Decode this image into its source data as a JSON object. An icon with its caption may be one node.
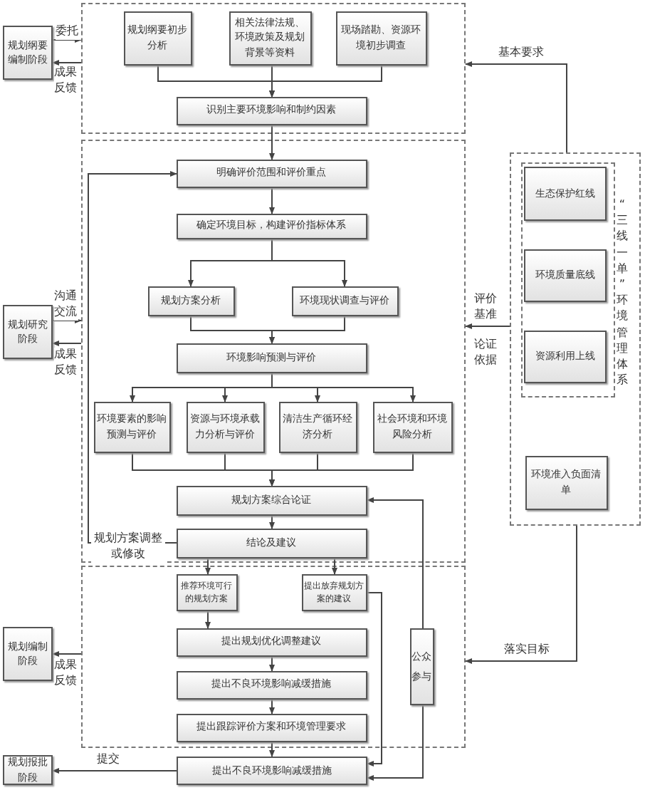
{
  "diagram": {
    "nodes": [
      {
        "text": [
          "规划纲要编制阶段"
        ]
      },
      {
        "text": [],
        "shape": "box"
      },
      {
        "text": [
          "规划纲要初步分析"
        ],
        "in": 1
      },
      {
        "text": [
          "相关法律法规、环境政策及规划背景等资料"
        ],
        "in": 1
      },
      {
        "text": [
          "现场踏勘、资源环境初步调查"
        ],
        "in": 1
      },
      {
        "text": [
          "识别主要环境影响和制约因素"
        ],
        "in": 1
      },
      {
        "text": [],
        "shape": "box"
      },
      {
        "text": [
          "明确评价范围和评价重点"
        ],
        "in": 6
      },
      {
        "text": [
          "确定环境目标，构建评价指标体系"
        ],
        "in": 6
      },
      {
        "text": [
          "规划方案分析"
        ],
        "in": 6
      },
      {
        "text": [
          "环境现状调查与评价"
        ],
        "in": 6
      },
      {
        "text": [
          "环境影响预测与评价"
        ],
        "in": 6
      },
      {
        "text": [
          "环境要素的影响预测与评价"
        ],
        "in": 6
      },
      {
        "text": [
          "资源与环境承载力分析与评价"
        ],
        "in": 6
      },
      {
        "text": [
          "清洁生产循环经济分析"
        ],
        "in": 6
      },
      {
        "text": [
          "社会环境和环境风险分析"
        ],
        "in": 6
      },
      {
        "text": [
          "规划方案综合论证"
        ],
        "in": 6
      },
      {
        "text": [
          "结论及建议"
        ],
        "in": 6
      },
      {
        "text": [
          "规划研究阶段"
        ]
      },
      {
        "text": [],
        "shape": "box"
      },
      {
        "text": [
          "推荐环境可行的规划方案"
        ],
        "in": 19
      },
      {
        "text": [
          "提出放弃规划方案的建议"
        ],
        "in": 19
      },
      {
        "text": [
          "提出规划优化调整建议"
        ],
        "in": 19
      },
      {
        "text": [
          "提出不良环境影响减缓措施"
        ],
        "in": 19
      },
      {
        "text": [
          "提出跟踪评价方案和环境管理要求"
        ],
        "in": 19
      },
      {
        "text": [
          "公众参与"
        ],
        "in": 19
      },
      {
        "text": [
          "提出不良环境影响减缓措施"
        ]
      },
      {
        "text": [
          "规划编制阶段"
        ]
      },
      {
        "text": [
          "规划报批阶段"
        ]
      },
      {
        "text": [
          "“三线一单”环境管理体系"
        ]
      },
      {
        "text": [],
        "shape": "box",
        "in": 29
      },
      {
        "text": [
          "生态保护红线"
        ],
        "in": 30
      },
      {
        "text": [
          "环境质量底线"
        ],
        "in": 30
      },
      {
        "text": [
          "资源利用上线"
        ],
        "in": 30
      },
      {
        "text": [
          "环境准入负面清单"
        ],
        "in": 29
      }
    ],
    "edges": [
      {
        "from": 0,
        "to": 1,
        "arrow": "to",
        "label": "委托"
      },
      {
        "from": 1,
        "to": 0,
        "arrow": "to",
        "label": "成果反馈"
      },
      {
        "from": 2,
        "to": 5,
        "arrow": "to"
      },
      {
        "from": 3,
        "to": 5,
        "arrow": "to"
      },
      {
        "from": 4,
        "to": 5,
        "arrow": "to"
      },
      {
        "from": 5,
        "to": 7,
        "arrow": "to"
      },
      {
        "from": 7,
        "to": 8,
        "arrow": "to"
      },
      {
        "from": 8,
        "to": 9,
        "arrow": "to"
      },
      {
        "from": 8,
        "to": 10,
        "arrow": "to"
      },
      {
        "from": 9,
        "to": 11,
        "arrow": "to"
      },
      {
        "from": 10,
        "to": 11,
        "arrow": "to"
      },
      {
        "from": 11,
        "to": 12,
        "arrow": "to"
      },
      {
        "from": 11,
        "to": 13,
        "arrow": "to"
      },
      {
        "from": 11,
        "to": 14,
        "arrow": "to"
      },
      {
        "from": 11,
        "to": 15,
        "arrow": "to"
      },
      {
        "from": 12,
        "to": 16,
        "arrow": "to"
      },
      {
        "from": 13,
        "to": 16,
        "arrow": "to"
      },
      {
        "from": 14,
        "to": 16,
        "arrow": "to"
      },
      {
        "from": 15,
        "to": 16,
        "arrow": "to"
      },
      {
        "from": 16,
        "to": 17,
        "arrow": "to"
      },
      {
        "from": 17,
        "to": 7,
        "arrow": "to",
        "label": "规划方案调整或修改"
      },
      {
        "from": 18,
        "to": 6,
        "arrow": "to",
        "label": "沟通交流"
      },
      {
        "from": 6,
        "to": 18,
        "arrow": "to",
        "label": "成果反馈"
      },
      {
        "from": 17,
        "to": 20,
        "arrow": "to"
      },
      {
        "from": 17,
        "to": 21,
        "arrow": "to"
      },
      {
        "from": 20,
        "to": 22,
        "arrow": "to"
      },
      {
        "from": 22,
        "to": 23,
        "arrow": "to"
      },
      {
        "from": 23,
        "to": 24,
        "arrow": "to"
      },
      {
        "from": 24,
        "to": 26,
        "arrow": "to"
      },
      {
        "from": 21,
        "to": 26,
        "arrow": "to"
      },
      {
        "from": 25,
        "to": 16,
        "arrow": "to"
      },
      {
        "from": 25,
        "to": 26,
        "arrow": "to"
      },
      {
        "from": 19,
        "to": 27,
        "arrow": "to",
        "label": "成果反馈"
      },
      {
        "from": 26,
        "to": 28,
        "arrow": "to",
        "label": "提交"
      },
      {
        "from": 29,
        "to": 1,
        "arrow": "to",
        "label": "基本要求"
      },
      {
        "from": 29,
        "to": 6,
        "arrow": "to",
        "label": "评价基准"
      },
      {
        "from": 29,
        "to": 19,
        "arrow": "to",
        "label": "落实目标"
      }
    ],
    "labels": [
      "论证依据"
    ]
  }
}
